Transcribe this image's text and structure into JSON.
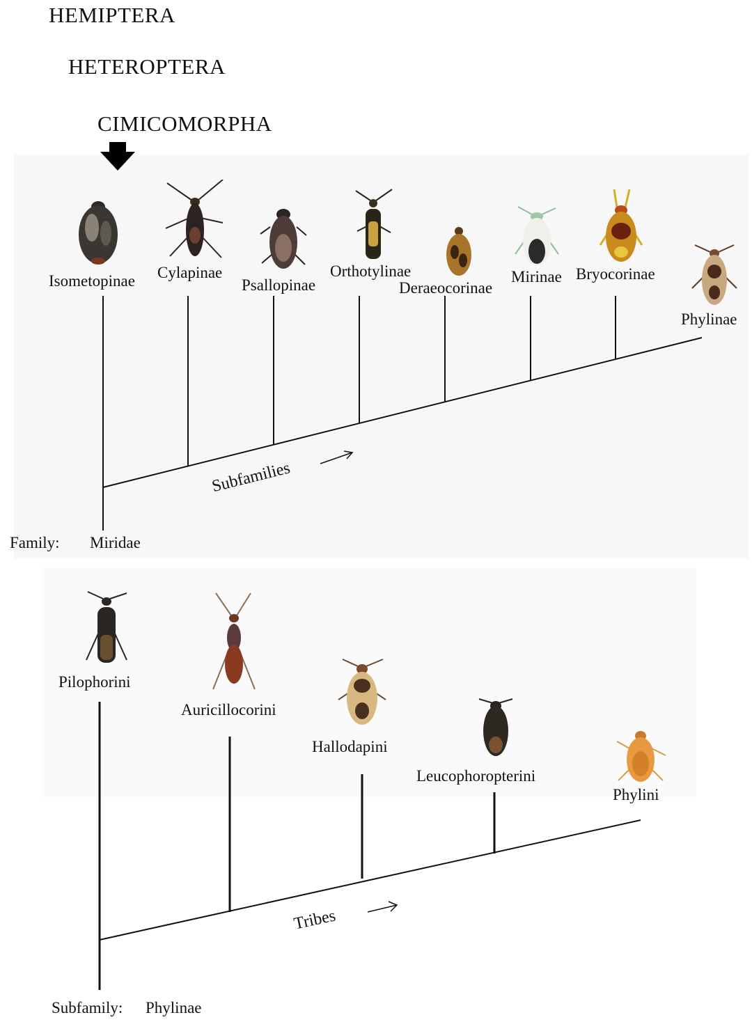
{
  "ranks": {
    "order": "HEMIPTERA",
    "suborder": "HETEROPTERA",
    "infraorder": "CIMICOMORPHA"
  },
  "tree1": {
    "taxa": [
      "Isometopinae",
      "Cylapinae",
      "Psallopinae",
      "Orthotylinae",
      "Deraeocorinae",
      "Mirinae",
      "Bryocorinae",
      "Phylinae"
    ],
    "axis_label": "Subfamilies",
    "axis_arrow": "→",
    "root_rank": "Family:",
    "root_name": "Miridae"
  },
  "tree2": {
    "taxa": [
      "Pilophorini",
      "Auricillocorini",
      "Hallodapini",
      "Leucophoropterini",
      "Phylini"
    ],
    "axis_label": "Tribes",
    "axis_arrow": "→",
    "root_rank": "Subfamily:",
    "root_name": "Phylinae"
  },
  "colors": {
    "line": "#111111",
    "arrow": "#000000"
  },
  "icons": {
    "marker": "down-arrow-icon",
    "specimen": "insect-icon"
  }
}
